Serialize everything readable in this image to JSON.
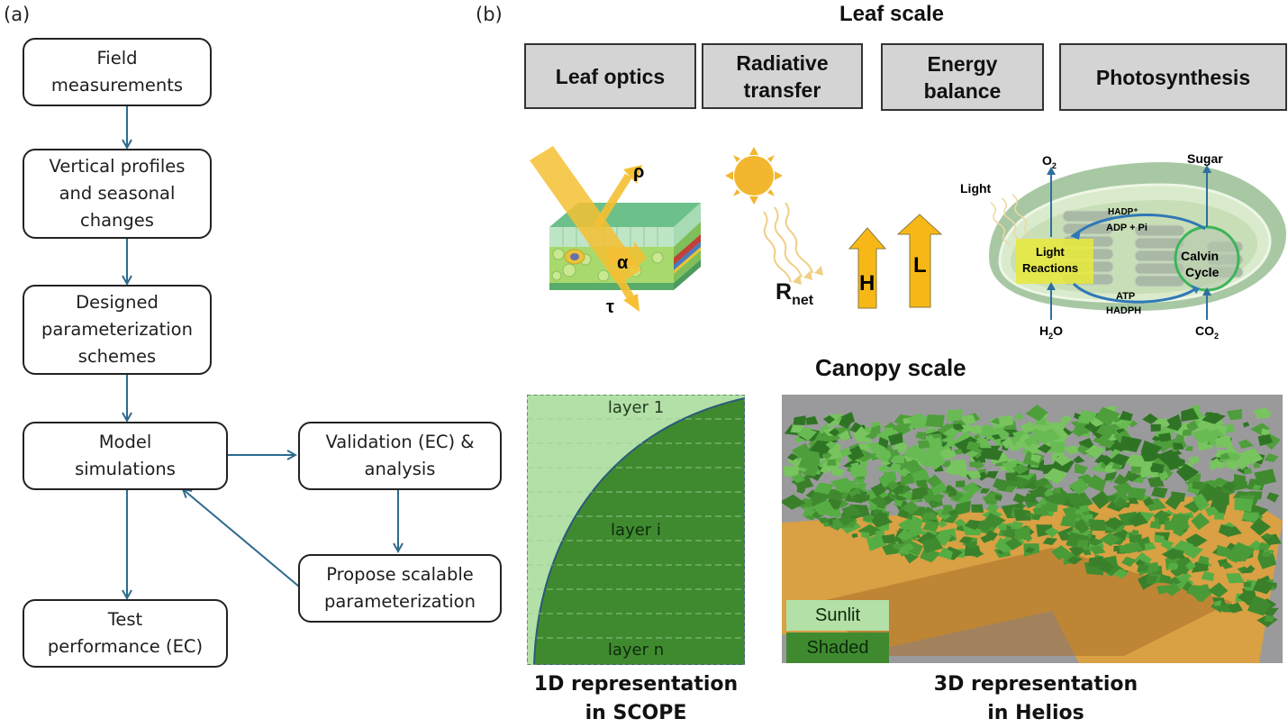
{
  "panel_a": {
    "label": "(a)",
    "boxes": {
      "field": "Field\nmeasurements",
      "vertical": "Vertical profiles\nand seasonal\nchanges",
      "designed": "Designed\nparameterization\nschemes",
      "model": "Model\nsimulations",
      "validation": "Validation (EC) &\nanalysis",
      "propose": "Propose scalable\nparameterization",
      "test": "Test\nperformance (EC)"
    },
    "arrow_color": "#2e6a8e"
  },
  "panel_b": {
    "label": "(b)",
    "leaf_scale": {
      "title": "Leaf scale",
      "processes": [
        "Leaf optics",
        "Radiative\ntransfer",
        "Energy\nbalance",
        "Photosynthesis"
      ],
      "leaf_optics_symbols": {
        "reflect": "ρ",
        "absorb": "α",
        "transmit": "τ"
      },
      "radiation_label": "R",
      "radiation_sub": "net",
      "energy_arrows": {
        "sensible": "H",
        "latent": "L"
      },
      "photosynthesis": {
        "light": "Light",
        "o2": "O",
        "o2_sub": "2",
        "sugar": "Sugar",
        "hadp_plus": "HADP⁺",
        "adp_pi": "ADP + Pi",
        "light_reactions": "Light\nReactions",
        "calvin": "Calvin\nCycle",
        "atp": "ATP",
        "hadph": "HADPH",
        "h2o_h": "H",
        "h2o_sub": "2",
        "h2o_o": "O",
        "co2": "CO",
        "co2_sub": "2"
      }
    },
    "canopy_scale": {
      "title": "Canopy scale",
      "scope": {
        "layers": [
          "layer 1",
          "layer i",
          "layer n"
        ],
        "caption": "1D representation\nin SCOPE"
      },
      "helios": {
        "legend": [
          "Sunlit",
          "Shaded"
        ],
        "caption": "3D representation\nin Helios"
      }
    },
    "colors": {
      "sunlit": "#b3e0a6",
      "shaded": "#3f8a2f",
      "ground": "#d9a044",
      "sky": "#999999",
      "sun": "#f2b72e"
    }
  }
}
